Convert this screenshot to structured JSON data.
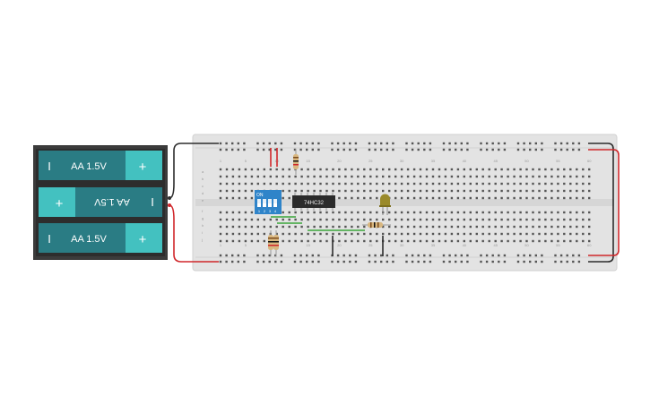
{
  "battery_pack": {
    "cells": [
      {
        "label": "AA 1.5V",
        "minus": "I",
        "plus": "+",
        "orientation": "normal"
      },
      {
        "label": "AA 1.5V",
        "minus": "I",
        "plus": "+",
        "orientation": "flipped"
      },
      {
        "label": "AA 1.5V",
        "minus": "I",
        "plus": "+",
        "orientation": "normal"
      }
    ]
  },
  "breadboard": {
    "column_labels": [
      "1",
      "5",
      "10",
      "15",
      "20",
      "25",
      "30",
      "35",
      "40",
      "45",
      "50",
      "55",
      "60"
    ],
    "row_labels_top": [
      "a",
      "b",
      "c",
      "d",
      "e"
    ],
    "row_labels_bottom": [
      "f",
      "g",
      "h",
      "i",
      "j"
    ]
  },
  "dip_switch": {
    "label": "ON",
    "switch_numbers": [
      "1",
      "2",
      "3",
      "4"
    ]
  },
  "ic_chip": {
    "label": "74HC32"
  },
  "colors": {
    "board": "#e2e2e2",
    "battery_body": "#2a7c84",
    "battery_plus": "#43c1c0",
    "battery_holder": "#3b3b3b",
    "wire_red": "#d0272b",
    "wire_black": "#2d2d2d",
    "wire_green": "#3aa63a",
    "dip_switch": "#2f84c9",
    "led": "#9a8a2a"
  }
}
